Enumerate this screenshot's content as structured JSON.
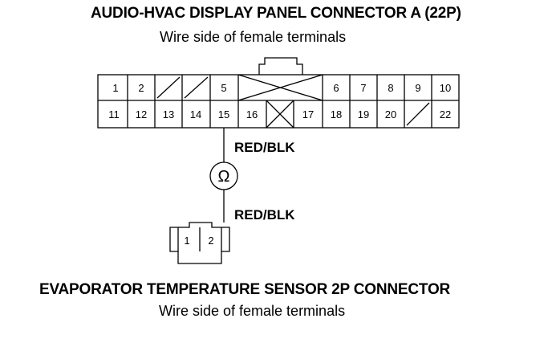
{
  "connector_a": {
    "title": "AUDIO-HVAC DISPLAY PANEL CONNECTOR A (22P)",
    "subtitle": "Wire side of female terminals",
    "top_row": [
      "1",
      "2",
      "",
      "",
      "5",
      "",
      "6",
      "7",
      "8",
      "9",
      "10"
    ],
    "bottom_row": [
      "11",
      "12",
      "13",
      "14",
      "15",
      "16",
      "",
      "17",
      "18",
      "19",
      "20",
      "",
      "22"
    ]
  },
  "wire_upper": "RED/BLK",
  "meter_symbol": "Ω",
  "wire_lower": "RED/BLK",
  "sensor_connector": {
    "title": "EVAPORATOR TEMPERATURE SENSOR 2P CONNECTOR",
    "subtitle": "Wire side of female terminals",
    "pins": [
      "1",
      "2"
    ]
  },
  "colors": {
    "ink": "#000000",
    "paper": "#ffffff"
  }
}
